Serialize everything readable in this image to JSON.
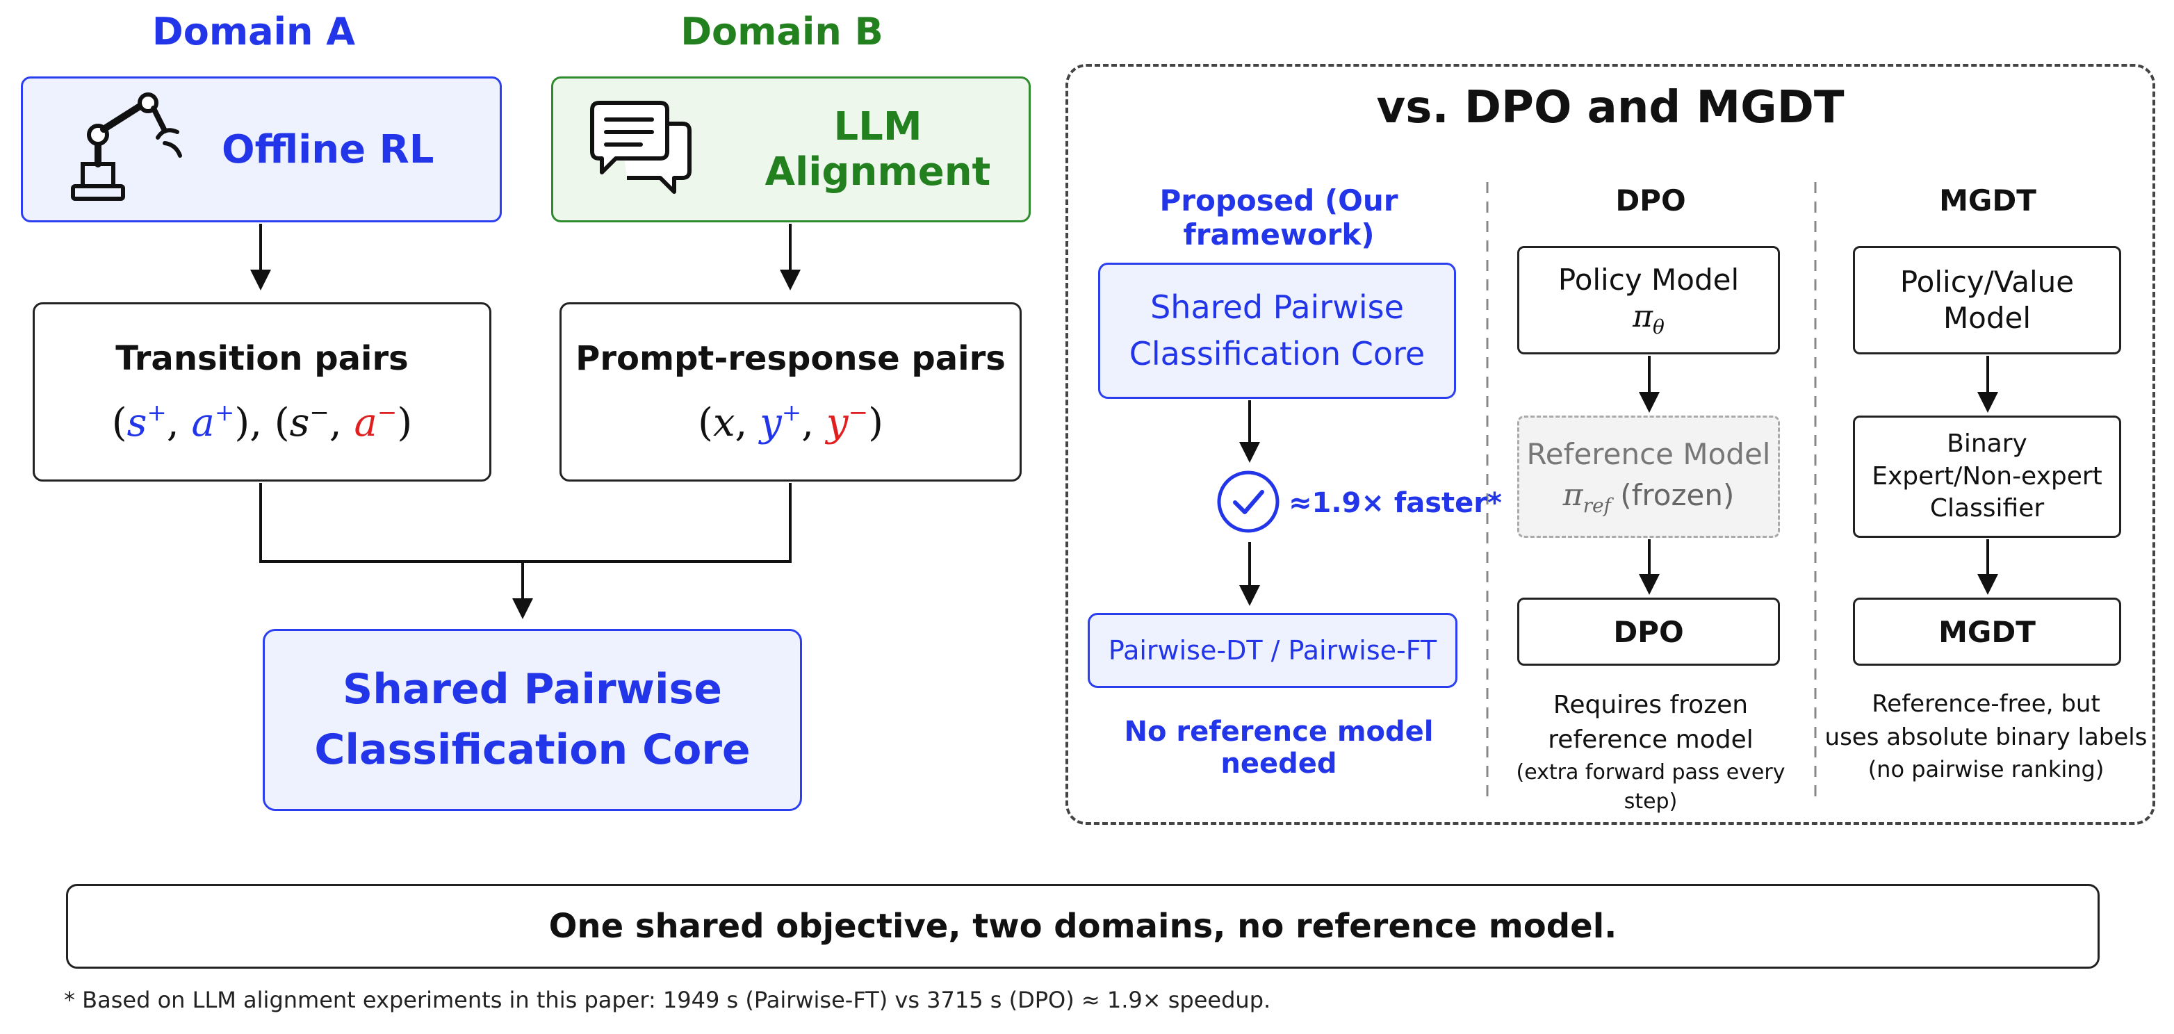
{
  "left": {
    "domain_a": {
      "title": "Domain A",
      "box_label": "Offline RL",
      "icon": "robot-arm-icon"
    },
    "domain_b": {
      "title": "Domain B",
      "box_label": "LLM Alignment",
      "icon": "chat-bubbles-icon"
    },
    "transition": {
      "title": "Transition pairs",
      "open": "(",
      "s": "s",
      "a": "a",
      "plus": "+",
      "minus": "−",
      "comma": ",",
      "close": ")",
      "between": "), ("
    },
    "prompt": {
      "title": "Prompt-response pairs",
      "open": "(",
      "x": "x",
      "y": "y",
      "plus": "+",
      "minus": "−",
      "comma": ",",
      "close": ")"
    },
    "core": {
      "line1": "Shared Pairwise",
      "line2": "Classification Core"
    }
  },
  "right": {
    "title": "vs. DPO and MGDT",
    "proposed": {
      "heading": "Proposed (Our framework)",
      "core_line1": "Shared Pairwise",
      "core_line2": "Classification Core",
      "speed": "≈1.9× faster*",
      "check_icon": "check-circle-icon",
      "output": "Pairwise-DT / Pairwise-FT",
      "note": "No reference model needed"
    },
    "dpo": {
      "heading": "DPO",
      "policy_line1": "Policy Model",
      "policy_symbol": "π",
      "policy_sub": "θ",
      "ref_line1": "Reference Model",
      "ref_symbol": "π",
      "ref_sub": "ref",
      "ref_frozen": "(frozen)",
      "output": "DPO",
      "caption_line1": "Requires frozen",
      "caption_line2": "reference model",
      "caption_line3": "(extra forward pass every step)"
    },
    "mgdt": {
      "heading": "MGDT",
      "policy_line1": "Policy/Value",
      "policy_line2": "Model",
      "classifier_line1": "Binary",
      "classifier_line2": "Expert/Non-expert",
      "classifier_line3": "Classifier",
      "output": "MGDT",
      "caption_line1": "Reference-free, but",
      "caption_line2": "uses absolute binary labels",
      "caption_line3": "(no pairwise ranking)"
    }
  },
  "summary": "One shared objective, two domains, no reference model.",
  "footnote": "* Based on LLM alignment experiments in this paper: 1949 s (Pairwise-FT) vs 3715 s (DPO) ≈ 1.9× speedup.",
  "colors": {
    "blue": "#2235e8",
    "green": "#23801f",
    "red": "#e02020",
    "blue_fill": "#eef2fe",
    "green_fill": "#eef7ec"
  }
}
